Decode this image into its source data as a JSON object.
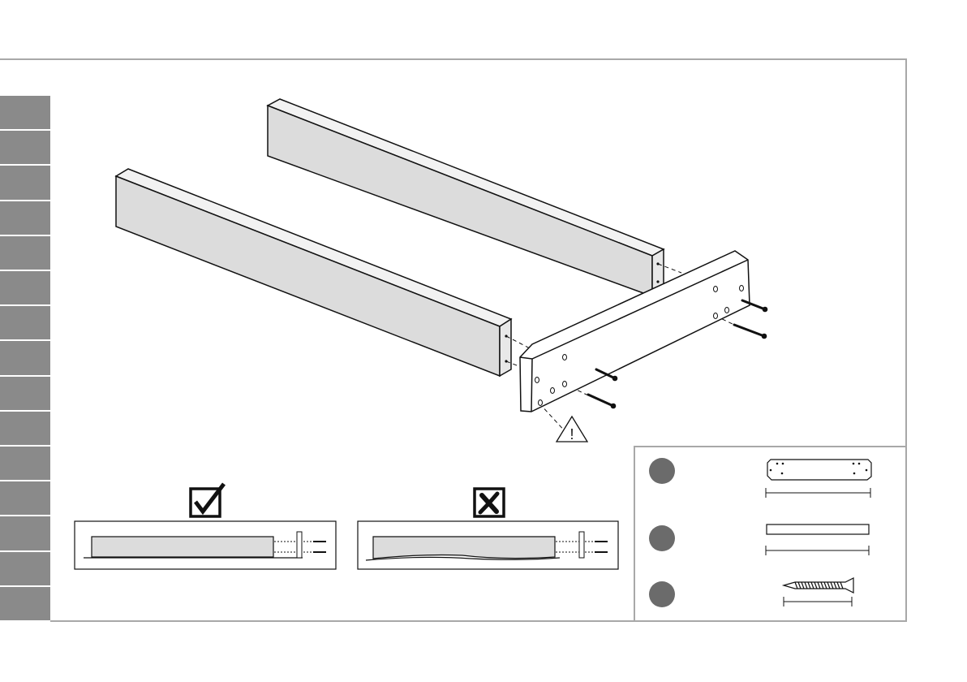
{
  "instruction": {
    "step_count": 15,
    "warning_symbol": "!",
    "check_icon": "checkmark-box-icon",
    "cross_icon": "cross-box-icon",
    "parts": [
      {
        "id": "part-1",
        "kind": "mounting-plate",
        "icon": "mounting-plate-icon"
      },
      {
        "id": "part-2",
        "kind": "rail",
        "icon": "rail-icon"
      },
      {
        "id": "part-3",
        "kind": "screw",
        "icon": "screw-icon"
      }
    ],
    "colors": {
      "board": "#dcdcdc",
      "tab": "#8a8a8a",
      "badge": "#6b6b6b",
      "frame": "#a8a8a8"
    }
  }
}
